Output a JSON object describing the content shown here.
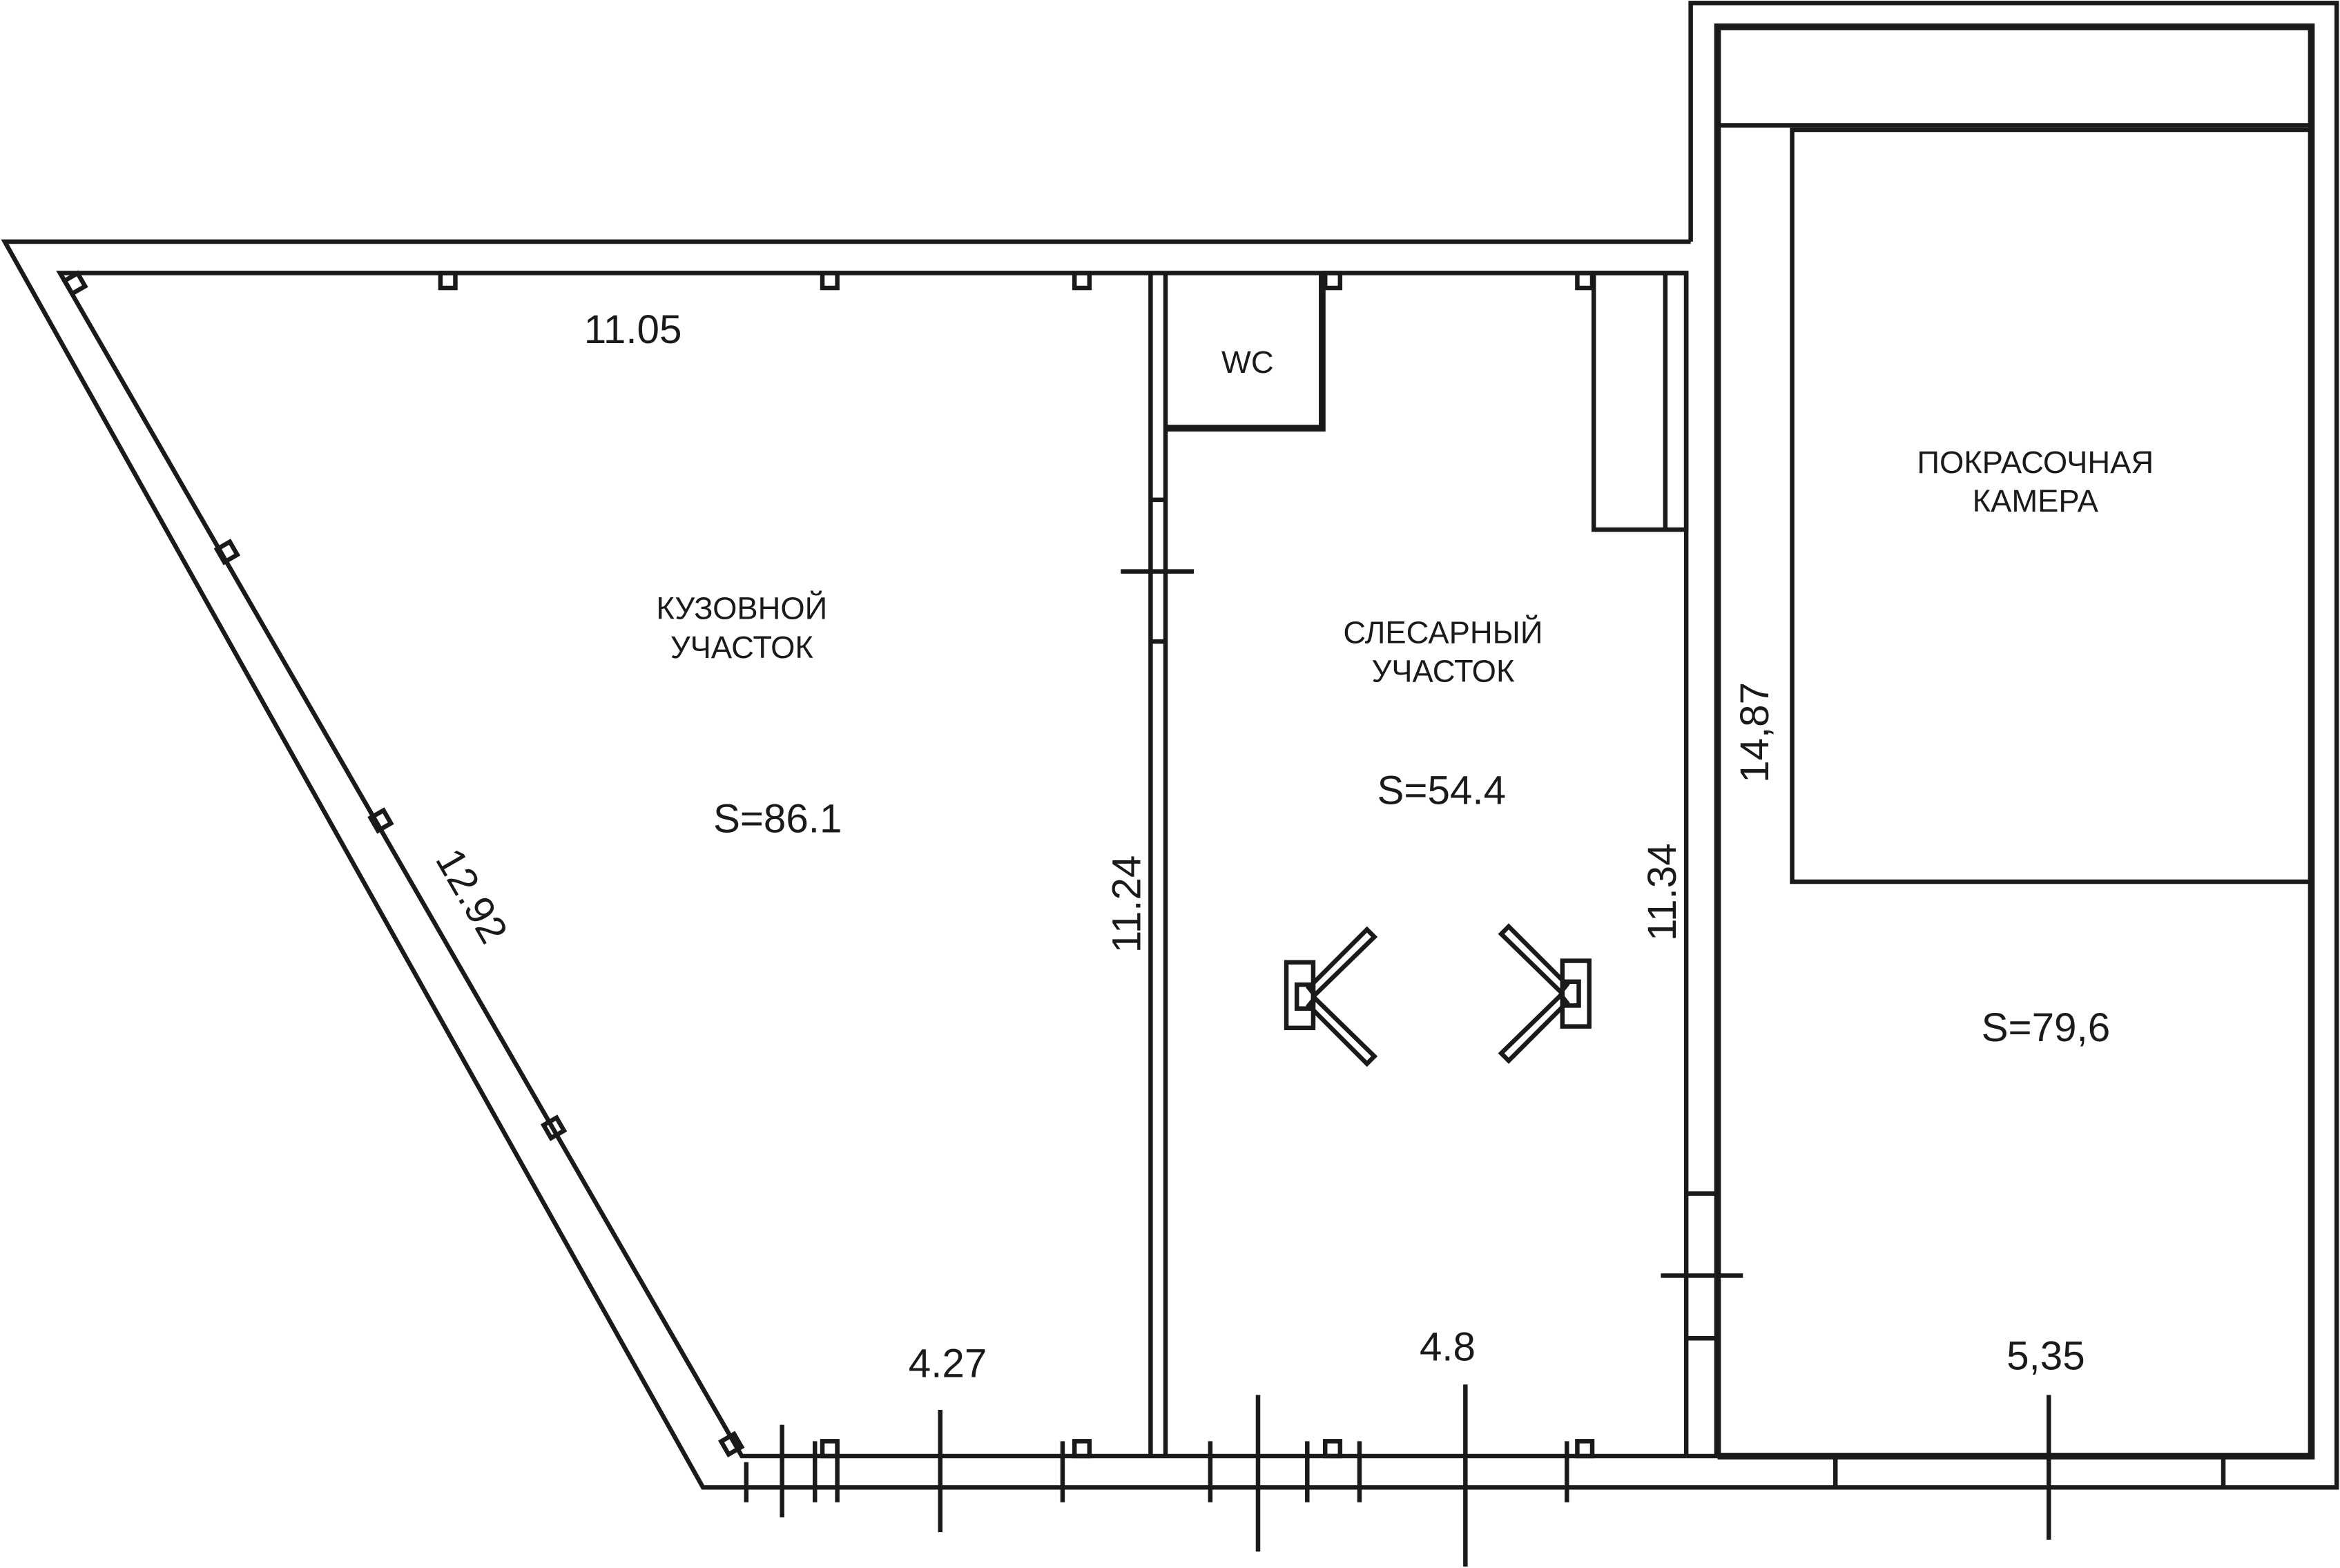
{
  "rooms": {
    "body_shop": {
      "name_line1": "КУЗОВНОЙ",
      "name_line2": "УЧАСТОК",
      "area": "S=86.1"
    },
    "repair_shop": {
      "name_line1": "СЛЕСАРНЫЙ",
      "name_line2": "УЧАСТОК",
      "area": "S=54.4"
    },
    "paint_room": {
      "area": "S=79,6"
    },
    "paint_booth": {
      "name_line1": "ПОКРАСОЧНАЯ",
      "name_line2": "КАМЕРА"
    },
    "wc": {
      "name": "WC"
    }
  },
  "dimensions": {
    "top_left": "11.05",
    "slanted": "12.92",
    "partition_left": "11.24",
    "partition_right": "11.34",
    "right_wall": "14,87",
    "bottom_left": "4.27",
    "bottom_middle": "4.8",
    "bottom_right": "5,35"
  },
  "colors": {
    "line": "#1a1a1a",
    "background": "#ffffff"
  }
}
